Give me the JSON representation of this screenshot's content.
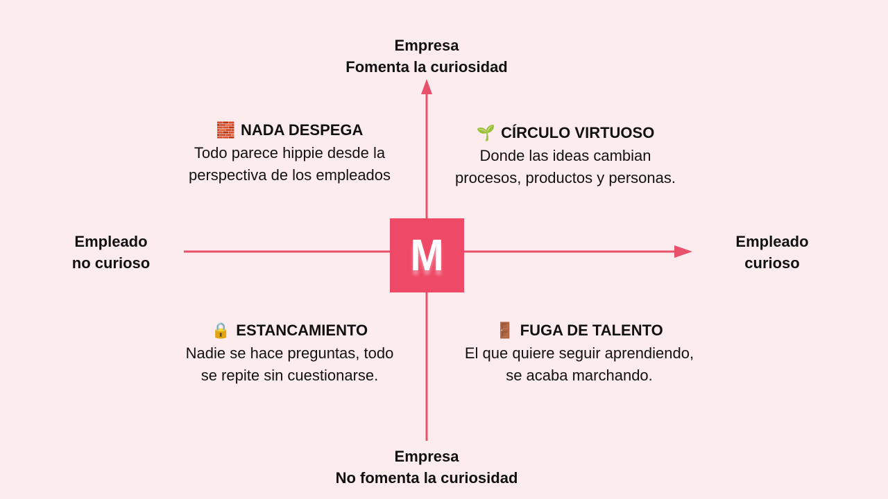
{
  "colors": {
    "background": "#fdecee",
    "accent": "#ee4a67",
    "axis": "#e7516c"
  },
  "axes": {
    "top": {
      "line1": "Empresa",
      "line2": "Fomenta la curiosidad"
    },
    "bottom": {
      "line1": "Empresa",
      "line2": "No fomenta la curiosidad"
    },
    "left": {
      "line1": "Empleado",
      "line2": "no curioso"
    },
    "right": {
      "line1": "Empleado",
      "line2": "curioso"
    }
  },
  "logo": {
    "letter": "M"
  },
  "quadrants": {
    "top_left": {
      "icon": "brick-icon",
      "emoji": "🧱",
      "title": "NADA DESPEGA",
      "line1": "Todo parece hippie desde la",
      "line2": "perspectiva de los empleados"
    },
    "top_right": {
      "icon": "seedling-icon",
      "emoji": "🌱",
      "title": "CÍRCULO VIRTUOSO",
      "line1": "Donde las ideas cambian",
      "line2": "procesos, productos y personas."
    },
    "bottom_left": {
      "icon": "lock-icon",
      "emoji": "🔒",
      "title": "ESTANCAMIENTO",
      "line1": "Nadie se hace preguntas, todo",
      "line2": "se repite sin cuestionarse."
    },
    "bottom_right": {
      "icon": "door-icon",
      "emoji": "🚪",
      "title": "FUGA DE TALENTO",
      "line1": "El que quiere seguir aprendiendo,",
      "line2": "se acaba marchando."
    }
  }
}
